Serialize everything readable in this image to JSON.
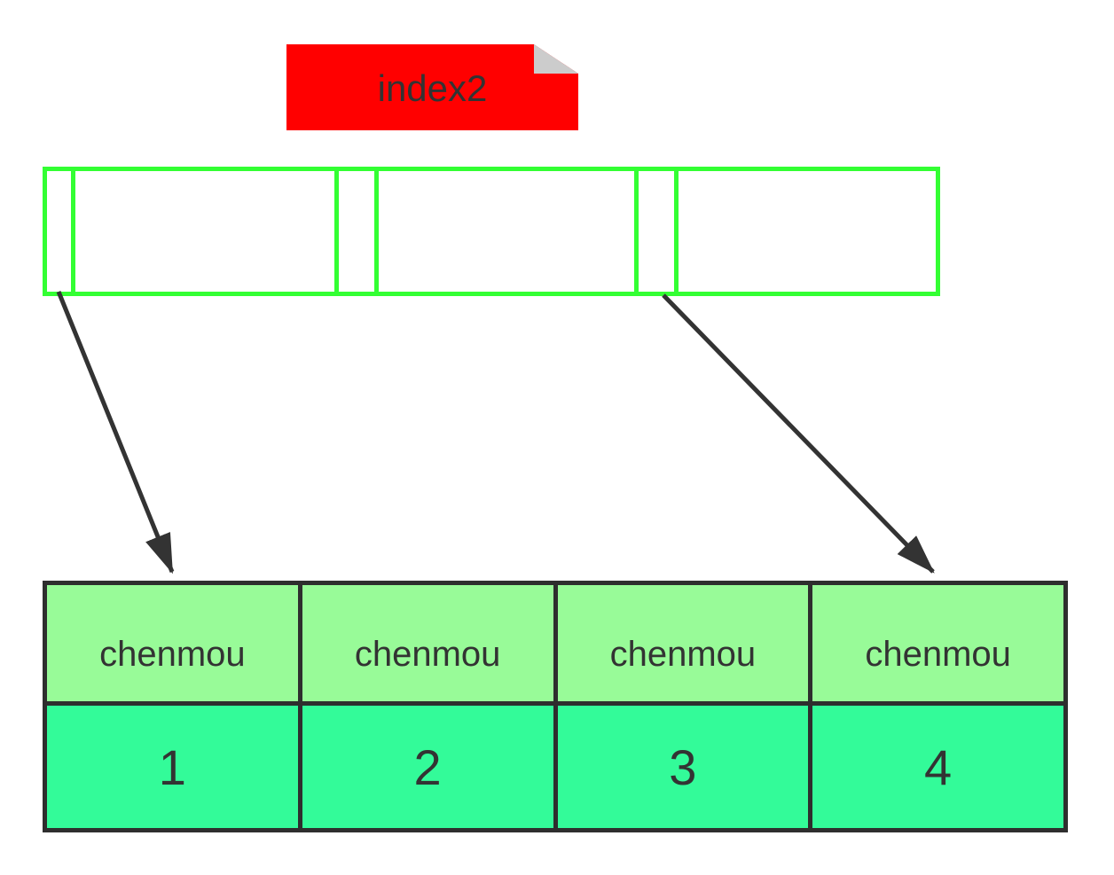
{
  "note": {
    "label": "index2"
  },
  "index_block": {
    "description": "green outlined array box with narrow pointer slots",
    "cell_count": 6
  },
  "table": {
    "headers": [
      "chenmou",
      "chenmou",
      "chenmou",
      "chenmou"
    ],
    "values": [
      "1",
      "2",
      "3",
      "4"
    ]
  },
  "colors": {
    "note_bg": "#FF0000",
    "note_fold": "#CCCCCC",
    "index_outline": "#33FF33",
    "table_header_bg": "#98FB98",
    "table_row_bg": "#33FB99",
    "table_border": "#2E2E2E",
    "text": "#333333",
    "arrow": "#333333"
  }
}
